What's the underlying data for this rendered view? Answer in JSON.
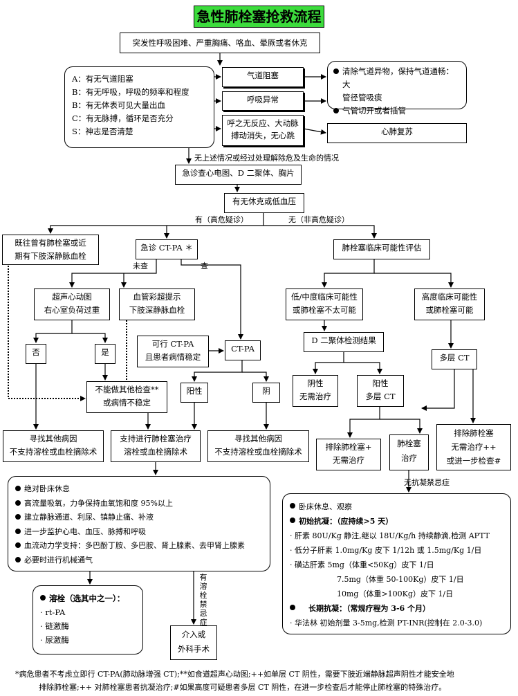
{
  "title": "急性肺栓塞抢救流程",
  "start": "突发性呼吸困难、严重胸痛、咯血、晕厥或者休克",
  "abcs": [
    "A：有无气道阻塞",
    "B：有无呼吸，呼吸的频率和程度",
    "B：有无体表可见大量出血",
    "C：有无脉搏，循环是否充分",
    "S：神志是否清楚"
  ],
  "airway": "气道阻塞",
  "breathing": "呼吸异常",
  "arrest": [
    "呼之无反应、大动脉",
    "搏动消失，无心跳"
  ],
  "airway_actions": [
    "清除气道异物，保持气道通畅：大",
    "管径管吸痰",
    "气管切开或者插管"
  ],
  "cpr": "心肺复苏",
  "no_above": "无上述情况或经过处理解除危及生命的情况",
  "exam": "急诊查心电图、D 二聚体、胸片",
  "shock_q": "有无休克或低血压",
  "yes_high": "有（高危疑诊）",
  "no_nonhigh": "无（非高危疑诊）",
  "history": [
    "既往曾有肺栓塞或近",
    "期有下肢深静脉血栓"
  ],
  "ctpa_urgent": "急诊 CT-PA ＊",
  "not_checked": "未查",
  "checked": "查",
  "clinical_eval": "肺栓塞临床可能性评估",
  "echo": [
    "超声心动图",
    "右心室负荷过重"
  ],
  "doppler": [
    "血管彩超提示",
    "下肢深静脉血栓"
  ],
  "no": "否",
  "yes": "是",
  "ctpa_ok": [
    "可行 CT-PA",
    "且患者病情稳定"
  ],
  "ctpa": "CT-PA",
  "unstable": [
    "不能做其他检查**",
    "或病情不稳定"
  ],
  "positive": "阳性",
  "negative": "阴",
  "low_mid": [
    "低/中度临床可能性",
    "或肺栓塞不太可能"
  ],
  "high": [
    "高度临床可能性",
    "或肺栓塞可能"
  ],
  "ddimer": "D 二聚体检测结果",
  "multi_ct": "多层 CT",
  "neg_no_treat": [
    "阴性",
    "无需治疗"
  ],
  "pos_ct": [
    "阳性",
    "多层 CT"
  ],
  "find_other_1": [
    "寻找其他病因",
    "不支持溶栓或血栓摘除术"
  ],
  "support_treat": [
    "支持进行肺栓塞治疗",
    "溶栓或血栓摘除术"
  ],
  "find_other_2": [
    "寻找其他病因",
    "不支持溶栓或血栓摘除术"
  ],
  "exclude_plus": [
    "排除肺栓塞+",
    "无需治疗"
  ],
  "pe_treat": [
    "肺栓塞",
    "治疗"
  ],
  "exclude_pp": [
    "排除肺栓塞",
    "无需治疗++",
    "或进一步检查#"
  ],
  "no_contra": "无抗凝禁忌症",
  "general": [
    "绝对卧床休息",
    "高流量吸氧，力争保持血氧饱和度 95%以上",
    "建立静脉通道、利尿、镇静止痛、补液",
    "进一步监护心电、血压、脉搏和呼吸",
    "血流动力学支持：多巴酚丁胺、多巴胺、肾上腺素、去甲肾上腺素",
    "必要时进行机械通气"
  ],
  "has_contra": "有溶栓禁忌症",
  "thrombolysis_title": "溶栓（选其中之一）：",
  "thrombolysis": [
    "rt-PA",
    "链激酶",
    "尿激酶"
  ],
  "intervention": [
    "介入或",
    "外科手术"
  ],
  "anticoag": {
    "rest": "卧床休息、观察",
    "initial_title": "初始抗凝：（应持续>5 天）",
    "heparin": "肝素  80U/Kg 静注,继以 18U/Kg/h 持续静滴,检测 APTT",
    "lmwh": "低分子肝素 1.0mg/Kg 皮下 1/12h 或 1.5mg/Kg 1/日",
    "fonda_1": "磺达肝素   5mg（体重<50Kg）皮下 1/日",
    "fonda_2": "7.5mg（体重  50-100Kg）皮下   1/日",
    "fonda_3": "10mg（体重>100Kg）皮下 1/日",
    "long_title": "长期抗凝：（常规疗程为 3-6 个月）",
    "warfarin": "华法林  初始剂量 3-5mg,检测 PT-INR(控制在 2.0-3.0)"
  },
  "footnote": [
    "*病危患者不考虑立即行 CT-PA(肺动脉增强 CT);**如食道超声心动图;++如单层 CT 阴性，需要下肢近端静脉超声阴性才能安全地",
    "排除肺栓塞;++  对肺栓塞患者抗凝治疗;#如果高度可疑患者多层 CT 阴性，在进一步检查后才能停止肺栓塞的特殊治疗。"
  ]
}
